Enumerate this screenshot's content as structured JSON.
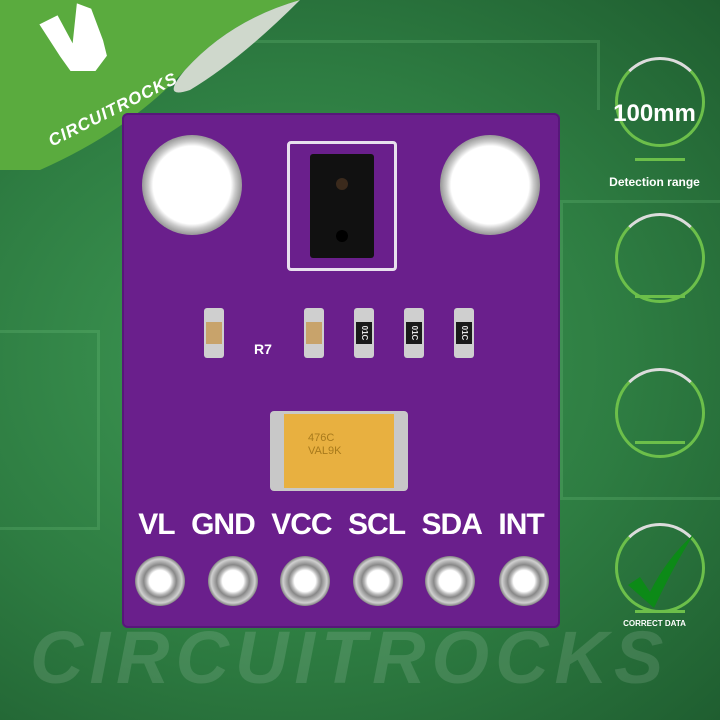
{
  "brand": {
    "name": "CIRCUITROCKS",
    "watermark": "CIRCUITROCKS"
  },
  "board": {
    "pin_labels": [
      "VL",
      "GND",
      "VCC",
      "SCL",
      "SDA",
      "INT"
    ],
    "silkscreen": {
      "r7": "R7",
      "resistor_code": "01C",
      "capacitor": [
        "476C",
        "VAL9K"
      ]
    },
    "board_color": "#6a1f8c"
  },
  "features": [
    {
      "value": "100mm",
      "label": "Detection range",
      "icon": "ring-gauge"
    },
    {
      "value": "",
      "label": "",
      "icon": "ring-gauge"
    },
    {
      "value": "",
      "label": "",
      "icon": "ring-gauge"
    },
    {
      "value": "",
      "label": "CORRECT DATA",
      "icon": "check-icon"
    }
  ],
  "colors": {
    "background": "#2e7d42",
    "accent": "#6cbf4a",
    "check": "#0c8a17"
  }
}
